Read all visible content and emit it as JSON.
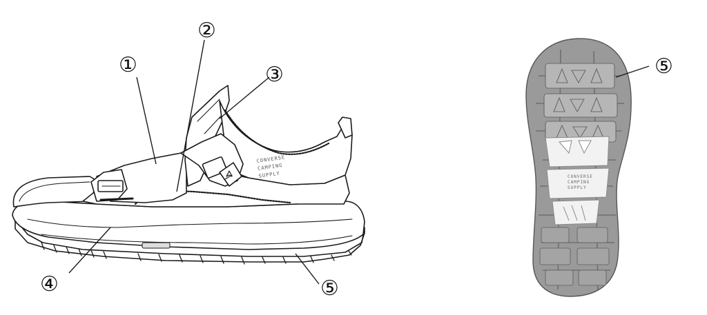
{
  "callouts": {
    "c1": "①",
    "c2": "②",
    "c3": "③",
    "c4": "④",
    "c5_side": "⑤",
    "c5_sole": "⑤"
  },
  "brand_text": {
    "line1": "CONVERSE",
    "line2": "CAMPING",
    "line3": "SUPPLY"
  },
  "sole_text": {
    "line1": "CONVERSE",
    "line2": "CAMPING",
    "line3": "SUPPLY"
  },
  "colors": {
    "outline": "#1a1a1a",
    "outsole": "#9a9a9a",
    "outsole_dark": "#7a7a7a",
    "midsole_light": "#f2f2f2"
  }
}
